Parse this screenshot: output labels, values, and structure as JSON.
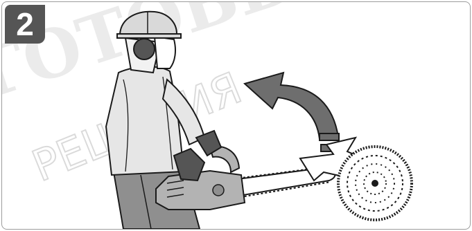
{
  "step": {
    "number": "2"
  },
  "watermark": {
    "primary": "ГОТОВЫЕ",
    "secondary": "РЕШЕНИЯ"
  },
  "colors": {
    "badge": "#555555",
    "frame_border": "#9b9b9b",
    "arrow_fill": "#6e6e6e",
    "arrow_outline": "#1a1a1a",
    "chainsaw_body": "#b3b3b3",
    "clothing": "#e6e6e6",
    "gloves": "#555555",
    "pants": "#8f8f8f"
  },
  "icons": {
    "step_badge": "step-number-badge",
    "arrow": "curved-return-arrow",
    "log": "log-cross-section"
  }
}
